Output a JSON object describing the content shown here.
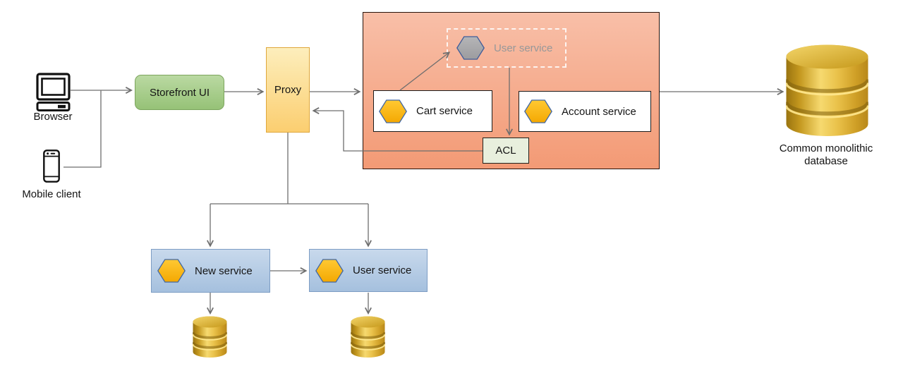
{
  "nodes": {
    "browser": "Browser",
    "mobile_client": "Mobile client",
    "storefront_ui": "Storefront UI",
    "proxy": "Proxy",
    "planned_user_service": "User service",
    "cart_service": "Cart service",
    "account_service": "Account service",
    "acl": "ACL",
    "common_database": "Common monolithic database",
    "new_service": "New service",
    "user_service": "User service"
  },
  "icons": {
    "browser": "desktop-computer-icon",
    "mobile_client": "smartphone-icon",
    "service_marker": "hexagon-icon",
    "database": "database-cylinder-icon"
  },
  "colors": {
    "monolith_fill_top": "#f8bfa8",
    "monolith_fill_bottom": "#f39a75",
    "storefront_fill": "#a8cd8c",
    "storefront_border": "#7ca55e",
    "proxy_fill_top": "#fdeebc",
    "proxy_fill_bottom": "#fbce70",
    "proxy_border": "#dfa73b",
    "service_box_fill": "#b7cde5",
    "service_box_border": "#7d9dc4",
    "hexagon_fill": "#fcb912",
    "hexagon_border": "#4268a4",
    "planned_hexagon_fill": "#a9a9ac",
    "planned_text": "#96989a",
    "acl_fill": "#e8efdd",
    "white_box_fill": "#ffffff",
    "database_gold": "#e2b533",
    "connector": "#6e6e6e"
  }
}
